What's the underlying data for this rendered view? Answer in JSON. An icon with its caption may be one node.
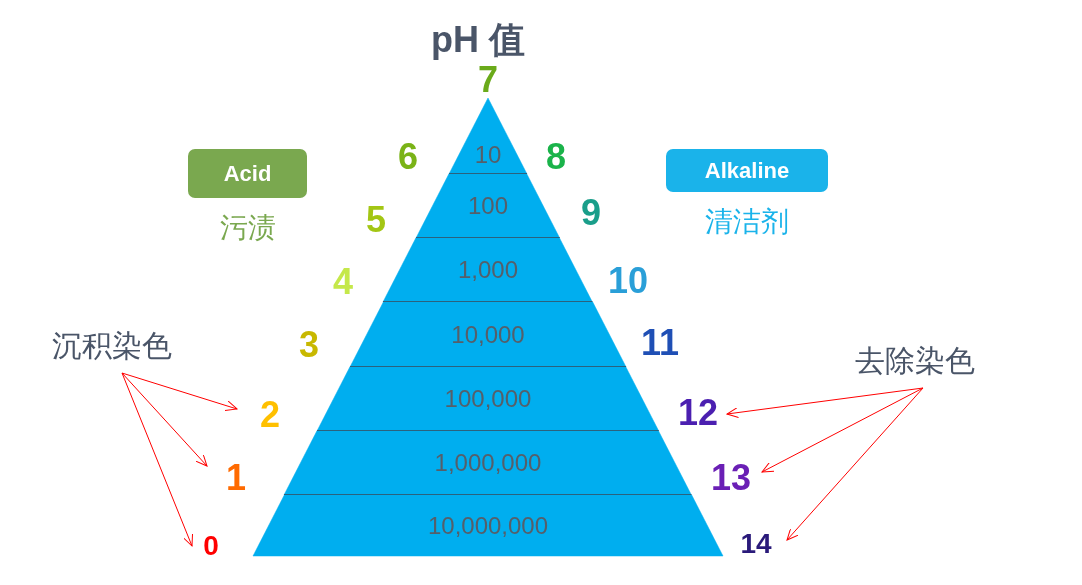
{
  "diagram": {
    "title": "pH 值",
    "nodes": [
      {
        "text": [
          "Acid"
        ],
        "beside": [
          "污渍"
        ]
      },
      {
        "text": [
          "Alkaline"
        ],
        "beside": [
          "清洁剂"
        ]
      },
      {
        "text": [
          "10"
        ]
      },
      {
        "text": [
          "100"
        ]
      },
      {
        "text": [
          "1,000"
        ]
      },
      {
        "text": [
          "10,000"
        ]
      },
      {
        "text": [
          "100,000"
        ]
      },
      {
        "text": [
          "1,000,000"
        ]
      },
      {
        "text": [
          "10,000,000"
        ]
      },
      {
        "text": [
          "沉积染色"
        ]
      },
      {
        "text": [
          "去除染色"
        ]
      },
      {
        "text": [
          "2"
        ]
      },
      {
        "text": [
          "12"
        ]
      },
      {
        "text": [
          "1"
        ]
      },
      {
        "text": [
          "13"
        ]
      },
      {
        "text": [
          "0"
        ]
      },
      {
        "text": [
          "14"
        ]
      }
    ],
    "edges": [
      {
        "from": 9,
        "to": 11,
        "arrow": "to"
      },
      {
        "from": 9,
        "to": 13,
        "arrow": "to"
      },
      {
        "from": 9,
        "to": 15,
        "arrow": "to"
      },
      {
        "from": 10,
        "to": 12,
        "arrow": "to"
      },
      {
        "from": 10,
        "to": 14,
        "arrow": "to"
      },
      {
        "from": 10,
        "to": 16,
        "arrow": "to"
      }
    ],
    "labels": [
      "7",
      "6",
      "8",
      "5",
      "9",
      "4",
      "10",
      "3",
      "11"
    ]
  }
}
